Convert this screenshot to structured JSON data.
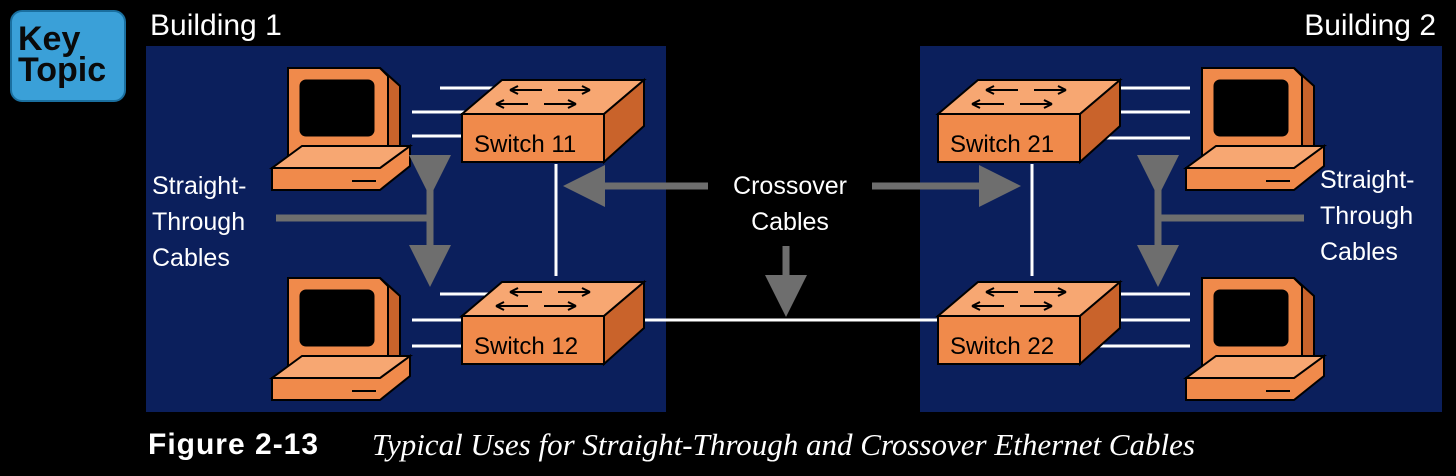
{
  "badge": {
    "line1": "Key",
    "line2": "Topic"
  },
  "building1": {
    "title": "Building 1",
    "switches": [
      "Switch 11",
      "Switch 12"
    ],
    "cable_label": [
      "Straight-",
      "Through",
      "Cables"
    ]
  },
  "building2": {
    "title": "Building 2",
    "switches": [
      "Switch 21",
      "Switch 22"
    ],
    "cable_label": [
      "Straight-",
      "Through",
      "Cables"
    ]
  },
  "crossover_label": [
    "Crossover",
    "Cables"
  ],
  "caption": {
    "number": "Figure 2-13",
    "title": "Typical Uses for Straight-Through and Crossover Ethernet Cables"
  },
  "colors": {
    "panel": "#0b1f5c",
    "device": "#f08a4b",
    "arrow": "#6e6e6e",
    "badge": "#3aa0d8"
  }
}
